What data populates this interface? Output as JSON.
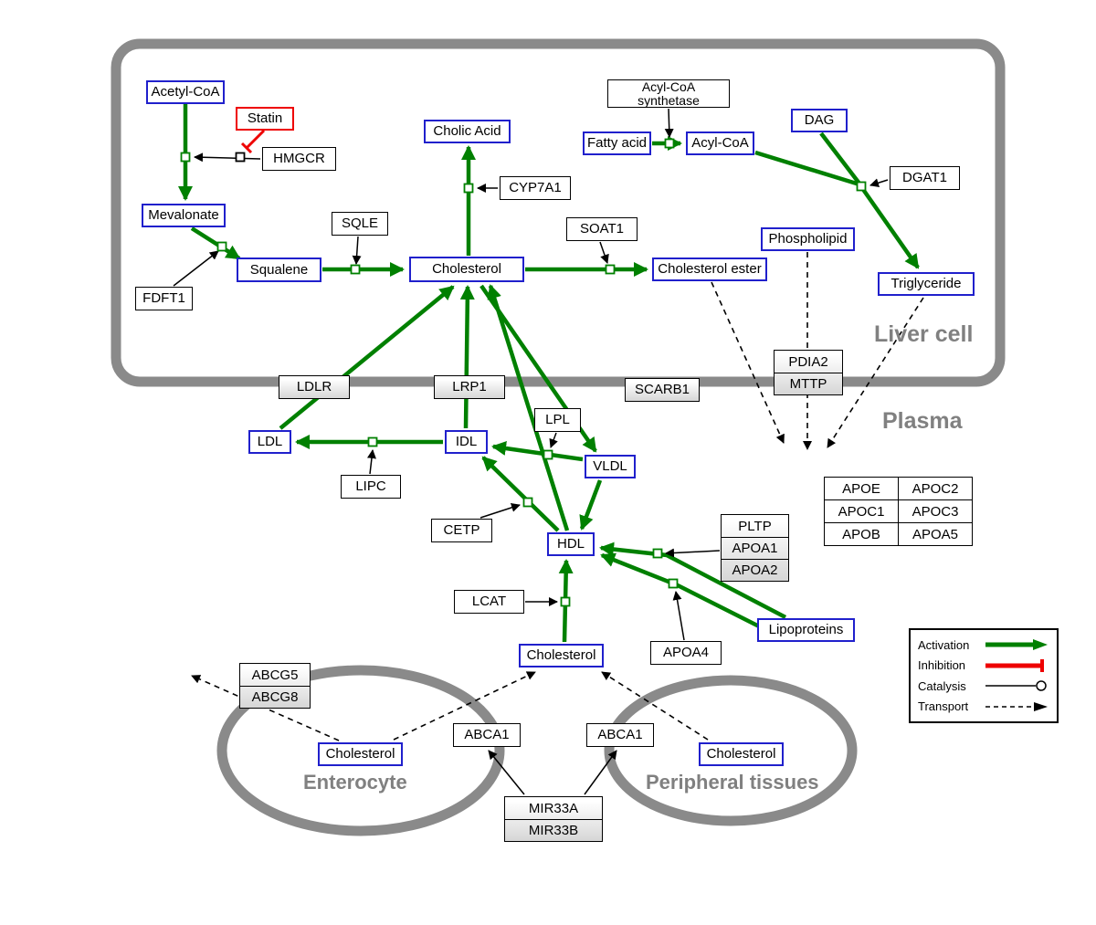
{
  "labels": {
    "acetyl_coa": "Acetyl-CoA",
    "statin": "Statin",
    "hmgcr": "HMGCR",
    "mevalonate": "Mevalonate",
    "fdft1": "FDFT1",
    "squalene": "Squalene",
    "sqle": "SQLE",
    "cholic_acid": "Cholic Acid",
    "cyp7a1": "CYP7A1",
    "cholesterol_liver": "Cholesterol",
    "soat1": "SOAT1",
    "cholesterol_ester": "Cholesterol ester",
    "acyl_coa_synthetase": "Acyl-CoA synthetase",
    "fatty_acid": "Fatty acid",
    "acyl_coa": "Acyl-CoA",
    "dag": "DAG",
    "dgat1": "DGAT1",
    "phospholipid": "Phospholipid",
    "triglyceride": "Triglyceride",
    "ldlr": "LDLR",
    "lrp1": "LRP1",
    "scarb1": "SCARB1",
    "pdia2": "PDIA2",
    "mttp": "MTTP",
    "ldl": "LDL",
    "idl": "IDL",
    "vldl": "VLDL",
    "hdl": "HDL",
    "lpl": "LPL",
    "lipc": "LIPC",
    "cetp": "CETP",
    "lcat": "LCAT",
    "pltp": "PLTP",
    "apoa1": "APOA1",
    "apoa2": "APOA2",
    "apoa4": "APOA4",
    "apoe": "APOE",
    "apoc2": "APOC2",
    "apoc1": "APOC1",
    "apoc3": "APOC3",
    "apob": "APOB",
    "apoa5": "APOA5",
    "lipoproteins": "Lipoproteins",
    "cholesterol_plasma": "Cholesterol",
    "abcg5": "ABCG5",
    "abcg8": "ABCG8",
    "abca1_enterocyte": "ABCA1",
    "abca1_peripheral": "ABCA1",
    "mir33a": "MIR33A",
    "mir33b": "MIR33B",
    "cholesterol_enterocyte": "Cholesterol",
    "cholesterol_peripheral": "Cholesterol"
  },
  "regions": {
    "liver_cell": "Liver cell",
    "plasma": "Plasma",
    "enterocyte": "Enterocyte",
    "peripheral_tissues": "Peripheral tissues"
  },
  "legend": {
    "activation": "Activation",
    "inhibition": "Inhibition",
    "catalysis": "Catalysis",
    "transport": "Transport"
  },
  "colors": {
    "activation_green": "#008000",
    "inhibition_red": "#ee0000",
    "metabolite_blue": "#2020cc",
    "membrane_gray": "#8a8a8a",
    "region_label_gray": "#808080"
  },
  "edges": [
    {
      "from": "Acetyl-CoA",
      "to": "Mevalonate",
      "type": "conversion",
      "catalyst": "HMGCR",
      "inhibitor": "Statin"
    },
    {
      "from": "Mevalonate",
      "to": "Squalene",
      "type": "conversion",
      "catalyst": "FDFT1"
    },
    {
      "from": "Squalene",
      "to": "Cholesterol",
      "type": "conversion",
      "catalyst": "SQLE"
    },
    {
      "from": "Cholesterol",
      "to": "Cholic Acid",
      "type": "conversion",
      "catalyst": "CYP7A1"
    },
    {
      "from": "Cholesterol",
      "to": "Cholesterol ester",
      "type": "conversion",
      "catalyst": "SOAT1"
    },
    {
      "from": "Fatty acid",
      "to": "Acyl-CoA",
      "type": "conversion",
      "catalyst": "Acyl-CoA synthetase"
    },
    {
      "from": "Acyl-CoA",
      "to": "Triglyceride",
      "type": "conversion",
      "catalyst": "DGAT1"
    },
    {
      "from": "DAG",
      "to": "Triglyceride",
      "type": "conversion",
      "catalyst": "DGAT1"
    },
    {
      "from": "LDL",
      "to": "Cholesterol",
      "type": "activation",
      "via": "LDLR"
    },
    {
      "from": "IDL",
      "to": "Cholesterol",
      "type": "activation",
      "via": "LRP1"
    },
    {
      "from": "HDL",
      "to": "Cholesterol",
      "type": "activation",
      "via": "SCARB1"
    },
    {
      "from": "Cholesterol",
      "to": "VLDL",
      "type": "activation"
    },
    {
      "from": "VLDL",
      "to": "IDL",
      "type": "conversion",
      "catalyst": "LPL"
    },
    {
      "from": "VLDL",
      "to": "HDL",
      "type": "activation"
    },
    {
      "from": "IDL",
      "to": "LDL",
      "type": "conversion",
      "catalyst": "LIPC"
    },
    {
      "from": "HDL",
      "to": "IDL",
      "type": "conversion",
      "catalyst": "CETP"
    },
    {
      "from": "Cholesterol",
      "to": "HDL",
      "type": "conversion",
      "catalyst": "LCAT"
    },
    {
      "from": "Lipoproteins",
      "to": "HDL",
      "type": "activation",
      "catalysts": [
        "PLTP",
        "APOA1",
        "APOA2",
        "APOA4"
      ]
    },
    {
      "from": "Cholesterol ester",
      "to": "Plasma",
      "type": "transport"
    },
    {
      "from": "Phospholipid",
      "to": "Plasma",
      "type": "transport",
      "via": "PDIA2/MTTP"
    },
    {
      "from": "Triglyceride",
      "to": "Plasma",
      "type": "transport"
    },
    {
      "from": "Cholesterol",
      "to": "Enterocyte exterior",
      "type": "transport",
      "via": "ABCG5/ABCG8"
    },
    {
      "from": "Cholesterol",
      "to": "Cholesterol",
      "type": "transport",
      "via": "ABCA1"
    },
    {
      "from": "Cholesterol",
      "to": "Cholesterol",
      "type": "transport",
      "via": "ABCA1"
    },
    {
      "from": "MIR33A/MIR33B",
      "to": "ABCA1",
      "type": "regulation"
    },
    {
      "from": "MIR33A/MIR33B",
      "to": "ABCA1",
      "type": "regulation"
    }
  ]
}
